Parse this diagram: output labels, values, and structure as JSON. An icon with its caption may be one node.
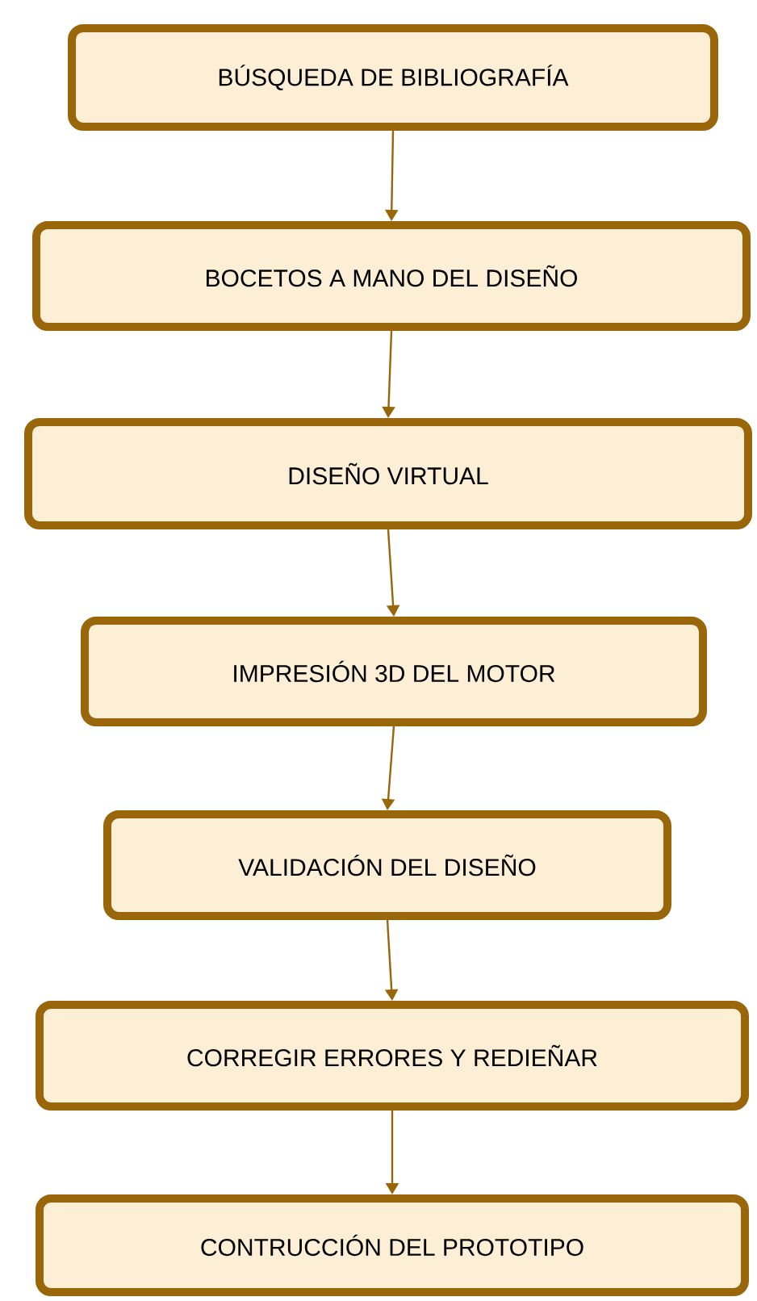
{
  "diagram": {
    "nodes": [
      {
        "text": [
          "BÚSQUEDA DE BIBLIOGRAFÍA"
        ]
      },
      {
        "text": [
          "BOCETOS A MANO DEL DISEÑO"
        ]
      },
      {
        "text": [
          "DISEÑO VIRTUAL"
        ]
      },
      {
        "text": [
          "IMPRESIÓN 3D DEL MOTOR"
        ]
      },
      {
        "text": [
          "VALIDACIÓN DEL DISEÑO"
        ]
      },
      {
        "text": [
          "CORREGIR ERRORES Y REDIEÑAR"
        ]
      },
      {
        "text": [
          "CONTRUCCIÓN DEL PROTOTIPO"
        ]
      }
    ],
    "edges": [
      {
        "from": 0,
        "to": 1,
        "arrow": "to"
      },
      {
        "from": 1,
        "to": 2,
        "arrow": "to"
      },
      {
        "from": 2,
        "to": 3,
        "arrow": "to"
      },
      {
        "from": 3,
        "to": 4,
        "arrow": "to"
      },
      {
        "from": 4,
        "to": 5,
        "arrow": "to"
      },
      {
        "from": 5,
        "to": 6,
        "arrow": "to"
      }
    ]
  }
}
